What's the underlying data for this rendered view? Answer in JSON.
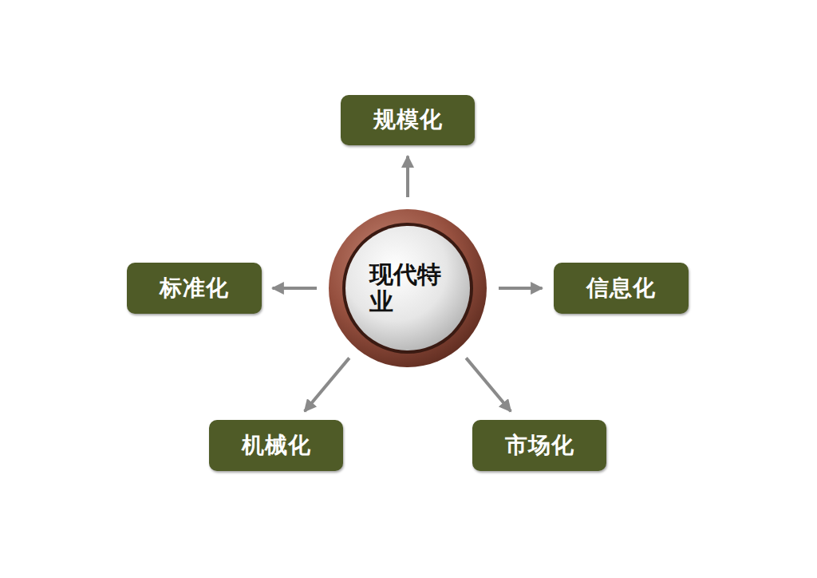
{
  "diagram": {
    "nodes": [
      {
        "text": [
          "规模化"
        ]
      },
      {
        "text": [
          "标准化"
        ]
      },
      {
        "text": [
          "现代特业"
        ]
      },
      {
        "text": [
          "信息化"
        ]
      },
      {
        "text": [
          "机械化"
        ]
      },
      {
        "text": [
          "市场化"
        ]
      }
    ],
    "edges": [
      {
        "from": 2,
        "to": 0,
        "arrow": "to"
      },
      {
        "from": 2,
        "to": 1,
        "arrow": "to"
      },
      {
        "from": 2,
        "to": 3,
        "arrow": "to"
      },
      {
        "from": 2,
        "to": 4,
        "arrow": "to"
      },
      {
        "from": 2,
        "to": 5,
        "arrow": "to"
      }
    ]
  }
}
